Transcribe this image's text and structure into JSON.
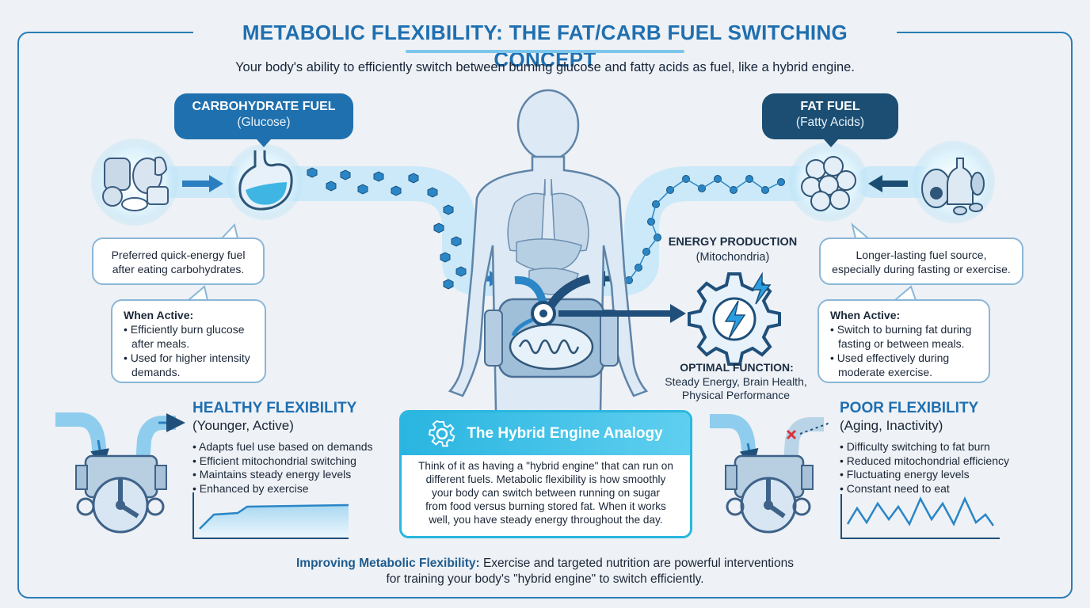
{
  "title": "METABOLIC FLEXIBILITY: THE FAT/CARB FUEL SWITCHING CONCEPT",
  "subtitle": "Your body's ability to efficiently switch between burning glucose and fatty acids as fuel, like a hybrid engine.",
  "carb_fuel": {
    "heading": "CARBOHYDRATE FUEL",
    "sub": "(Glucose)",
    "description": [
      "Preferred quick-energy fuel",
      "after eating carbohydrates."
    ],
    "active_label": "When Active:",
    "active_items": [
      "Efficiently burn glucose after meals.",
      "Used for higher intensity demands."
    ]
  },
  "fat_fuel": {
    "heading": "FAT FUEL",
    "sub": "(Fatty Acids)",
    "description": [
      "Longer-lasting fuel source,",
      "especially during fasting or exercise."
    ],
    "active_label": "When Active:",
    "active_items": [
      "Switch to burning fat during fasting or between meals.",
      "Used effectively during moderate exercise."
    ]
  },
  "energy": {
    "heading": "ENERGY PRODUCTION",
    "sub": "(Mitochondria)",
    "optimal_heading": "OPTIMAL FUNCTION:",
    "optimal_lines": [
      "Steady Energy, Brain Health,",
      "Physical Performance"
    ]
  },
  "healthy": {
    "title": "HEALTHY FLEXIBILITY",
    "sub": "(Younger, Active)",
    "items": [
      "Adapts fuel use based on demands",
      "Efficient mitochondrial switching",
      "Maintains steady energy levels",
      "Enhanced by exercise"
    ]
  },
  "poor": {
    "title": "POOR FLEXIBILITY",
    "sub": "(Aging, Inactivity)",
    "items": [
      "Difficulty switching to fat burn",
      "Reduced mitochondrial efficiency",
      "Fluctuating energy levels",
      "Constant need to eat"
    ]
  },
  "hybrid": {
    "title": "The Hybrid Engine Analogy",
    "lines": [
      "Think of it as having a \"hybrid engine\" that can run on",
      "different fuels. Metabolic flexibility is how smoothly",
      "your body can switch between running on sugar",
      "from food versus burning stored fat. When it works",
      "well, you have steady energy throughout the day."
    ]
  },
  "footer": {
    "bold": "Improving Metabolic Flexibility:",
    "line1": "Exercise and targeted nutrition are powerful interventions",
    "line2": "for training your body's \"hybrid engine\" to switch efficiently."
  },
  "colors": {
    "accent_blue": "#1f6fb0",
    "dark_blue": "#1c4e73",
    "cyan": "#29b7df",
    "light_blue": "#cfeaf8",
    "error_red": "#d9333f"
  },
  "icons": [
    "carb-foods-icon",
    "stomach-icon",
    "glucose-molecule-icon",
    "human-body-icon",
    "mitochondria-icon",
    "lightning-gear-icon",
    "fat-cells-icon",
    "fat-foods-icon",
    "engine-healthy-icon",
    "engine-poor-icon",
    "gear-icon"
  ]
}
